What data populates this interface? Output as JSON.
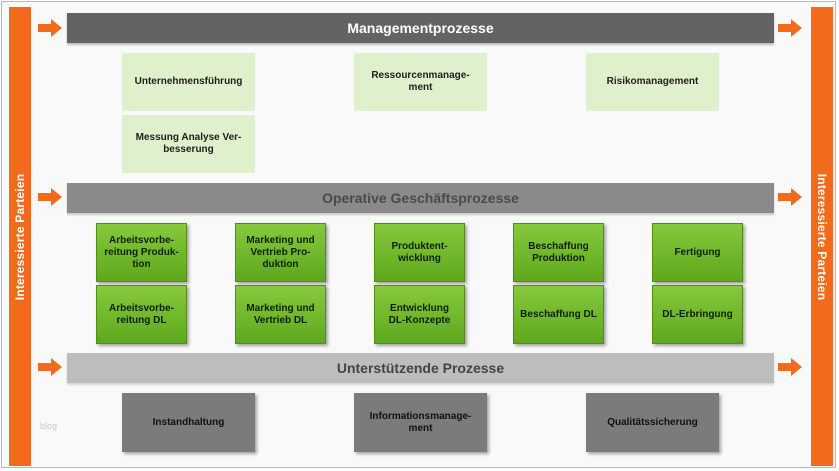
{
  "stakeholders": {
    "left_label": "Interessierte Parteien",
    "right_label": "Interessierte Parteien"
  },
  "management": {
    "title": "Managementprozesse",
    "boxes": [
      "Unternehmensführung",
      "Ressourcenmanage-\nment",
      "Risikomanagement",
      "Messung Analyse Ver-\nbesserung"
    ]
  },
  "operative": {
    "title": "Operative Geschäftsprozesse",
    "row1": [
      "Arbeitsvorbe-\nreitung Produk-\ntion",
      "Marketing und\nVertrieb Pro-\nduktion",
      "Produktent-\nwicklung",
      "Beschaffung\nProduktion",
      "Fertigung"
    ],
    "row2": [
      "Arbeitsvorbe-\nreitung DL",
      "Marketing und\nVertrieb DL",
      "Entwicklung\nDL-Konzepte",
      "Beschaffung DL",
      "DL-Erbringung"
    ]
  },
  "support": {
    "title": "Unterstützende Prozesse",
    "boxes": [
      "Instandhaltung",
      "Informationsmanage-\nment",
      "Qualitätssicherung"
    ]
  },
  "watermark": "blog",
  "colors": {
    "accent_orange": "#f26a1b",
    "process_green": "#6db52a",
    "light_green": "#dff1cc",
    "band_dark": "#636363",
    "band_mid": "#8a8a8a",
    "band_light": "#bdbdbd"
  }
}
